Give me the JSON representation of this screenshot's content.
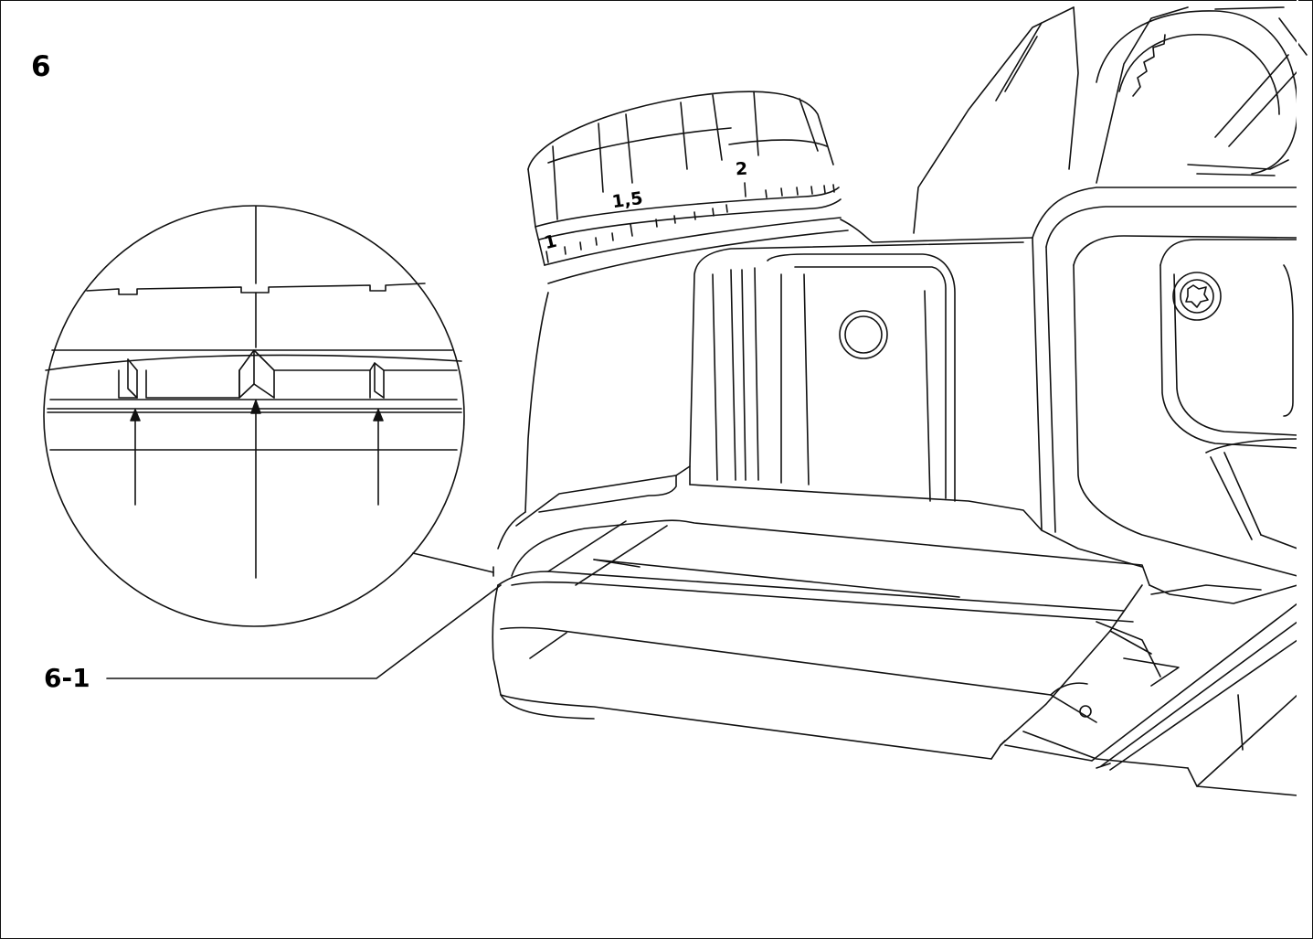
{
  "figure": {
    "number": "6",
    "callout": "6-1",
    "scale_labels": [
      "1",
      "1,5",
      "2"
    ]
  },
  "colors": {
    "line": "#111111",
    "background": "#ffffff"
  }
}
